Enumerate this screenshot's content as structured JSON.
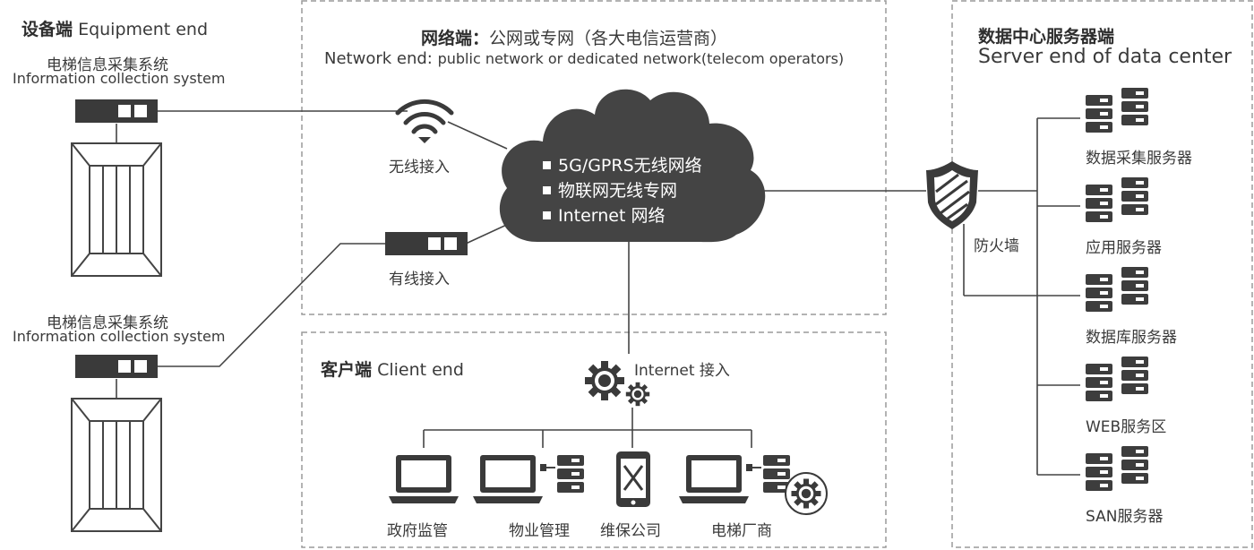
{
  "equipment": {
    "title_cn": "设备端",
    "title_en": "Equipment end",
    "system_cn": "电梯信息采集系统",
    "system_en": "Information collection system"
  },
  "network": {
    "title_cn": "网络端：",
    "title_rest": "公网或专网（各大电信运营商）",
    "subtitle_lead": "Network end:",
    "subtitle_rest": "public network or dedicated network(telecom operators)",
    "wireless_label": "无线接入",
    "wired_label": "有线接入",
    "cloud_items": [
      "5G/GPRS无线网络",
      "物联网无线专网",
      "Internet 网络"
    ]
  },
  "client": {
    "title_cn": "客户端",
    "title_en": "Client end",
    "internet_label": "Internet 接入",
    "items": [
      "政府监管",
      "物业管理",
      "维保公司",
      "电梯厂商"
    ]
  },
  "server": {
    "title_cn": "数据中心服务器端",
    "title_en": "Server end of data center",
    "firewall_label": "防火墙",
    "items": [
      "数据采集服务器",
      "应用服务器",
      "数据库服务器",
      "WEB服务区",
      "SAN服务器"
    ]
  },
  "colors": {
    "dark": "#3a3a3a",
    "line": "#444444",
    "dash": "#9a9a9a"
  }
}
